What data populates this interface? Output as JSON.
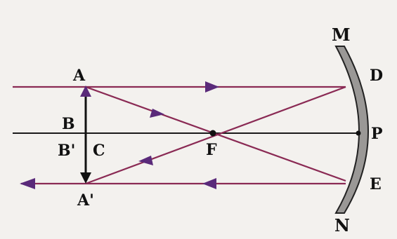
{
  "diagram": {
    "labels": {
      "A": "A",
      "B": "B",
      "B_prime": "B'",
      "C": "C",
      "F": "F",
      "A_prime": "A'",
      "M": "M",
      "D": "D",
      "P": "P",
      "E": "E",
      "N": "N"
    },
    "colors": {
      "ray": "#8a2a54",
      "arrowhead": "#5a2a7a",
      "axis": "#1a1a1a",
      "object": "#111111",
      "mirror_fill": "#9a9896",
      "mirror_edge": "#222222",
      "background": "#f3f1ee"
    },
    "icons": {
      "mirror": "concave-mirror-icon"
    }
  }
}
